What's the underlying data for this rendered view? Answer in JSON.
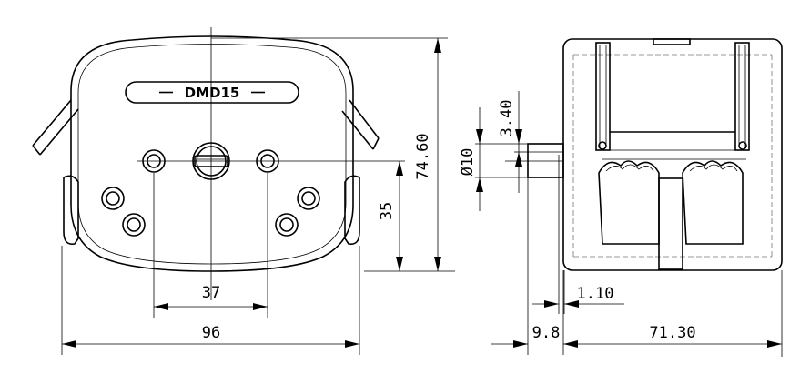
{
  "model_label": "DMD15",
  "front_view": {
    "dims": {
      "hole_spacing": "37",
      "overall_width": "96",
      "shaft_height": "35",
      "overall_height": "74.60"
    }
  },
  "side_view": {
    "dims": {
      "shaft_diameter_prefix": "Ø",
      "shaft_diameter": "10",
      "flat_depth": "3.40",
      "flange_thickness": "1.10",
      "shaft_length": "9.8",
      "body_depth": "71.30"
    }
  }
}
